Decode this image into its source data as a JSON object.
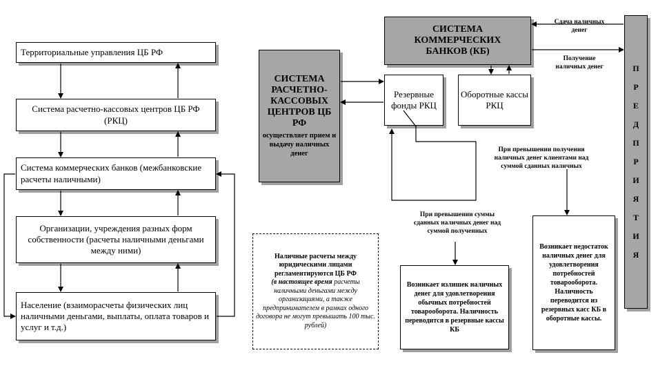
{
  "left_chain": {
    "b1": "Территориальные управления ЦБ РФ",
    "b2": "Система расчетно-кассовых центров ЦБ РФ (РКЦ)",
    "b3": "Система коммерческих банков (межбанковские расчеты наличными)",
    "b4": "Организации, учреждения разных форм собственности (расчеты наличными деньгами между ними)",
    "b5": "Население (взаиморасчеты физических лиц наличными деньгами, выплаты, оплата товаров и услуг и т.д.)"
  },
  "rkc_system": {
    "title": "СИСТЕМА РАСЧЕТНО-КАССОВЫХ ЦЕНТРОВ ЦБ РФ",
    "subtitle": "осуществляет прием и выдачу наличных денег"
  },
  "kb_system": {
    "title": "СИСТЕМА КОММЕРЧЕСКИХ БАНКОВ (КБ)"
  },
  "reserve_funds": "Резервные фонды РКЦ",
  "working_cash": "Оборотные кассы РКЦ",
  "enterprises_letters": [
    "П",
    "Р",
    "Е",
    "Д",
    "П",
    "Р",
    "И",
    "Я",
    "Т",
    "И",
    "Я"
  ],
  "labels": {
    "deposit": "Сдача наличных\nденег",
    "receipt": "Получение\nналичных денег",
    "excess_received": "При превышении получения\nналичных денег клиентами над\nсуммой сданных наличных",
    "excess_deposited": "При превышении суммы\nсданных наличных денег над\nсуммой полученных"
  },
  "note": {
    "line1": "Наличные расчеты между юридическими лицами регламентируются ЦБ РФ",
    "line2_bold": "(в настоящее время",
    "line2_rest": " расчеты наличными деньгами между организациями, а также предпринимателем в рамках одного договора не могут превышать 100 тыс. рублей)"
  },
  "surplus_box": "Возникает излишек наличных денег для удовлетворения обычных потребностей товарооборота. Наличность переводится в резервные кассы КБ",
  "deficit_box": "Возникает недостаток наличных денег для удовлетворения потребностей товарооборота. Наличность переводится из резервных касс КБ в оборотные кассы."
}
